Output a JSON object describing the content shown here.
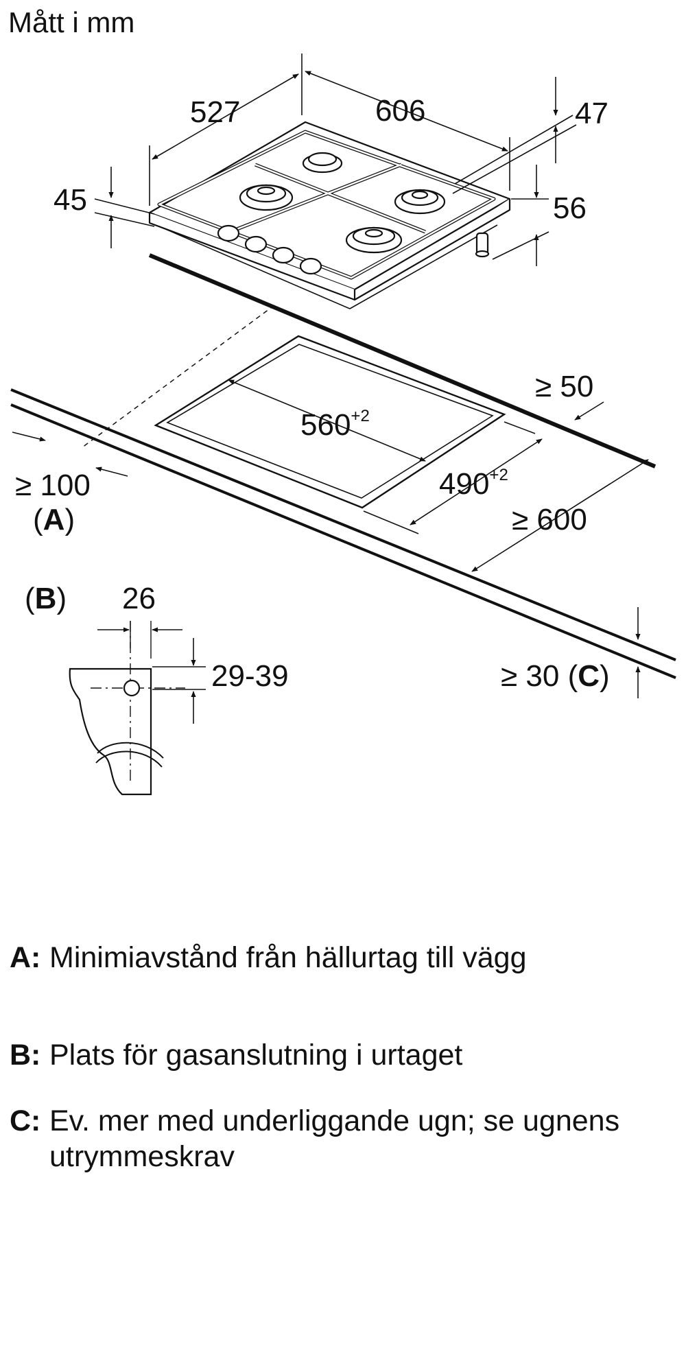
{
  "title": "Mått i mm",
  "dimensions": {
    "depth": "527",
    "width": "606",
    "top_height": "47",
    "thickness": "45",
    "side_height": "56",
    "cutout_width": "560",
    "cutout_width_tol": "+2",
    "cutout_depth": "490",
    "cutout_depth_tol": "+2",
    "rear_clearance": "≥ 50",
    "wall_clearance": "≥ 100",
    "front_clearance": "≥ 600",
    "bottom_clearance": "≥ 30",
    "connection_width": "26",
    "connection_height": "29-39"
  },
  "markers": {
    "a_open": "(",
    "a_letter": "A",
    "a_close": ")",
    "b_open": "(",
    "b_letter": "B",
    "b_close": ")",
    "c_open": "(",
    "c_letter": "C",
    "c_close": ")"
  },
  "legend": {
    "a_key": "A:",
    "a_text": "Minimiavstånd från hällurtag till vägg",
    "b_key": "B:",
    "b_text": "Plats för gasanslutning i urtaget",
    "c_key": "C:",
    "c_text": "Ev. mer med underliggande ugn; se ugnens utrymmeskrav"
  }
}
